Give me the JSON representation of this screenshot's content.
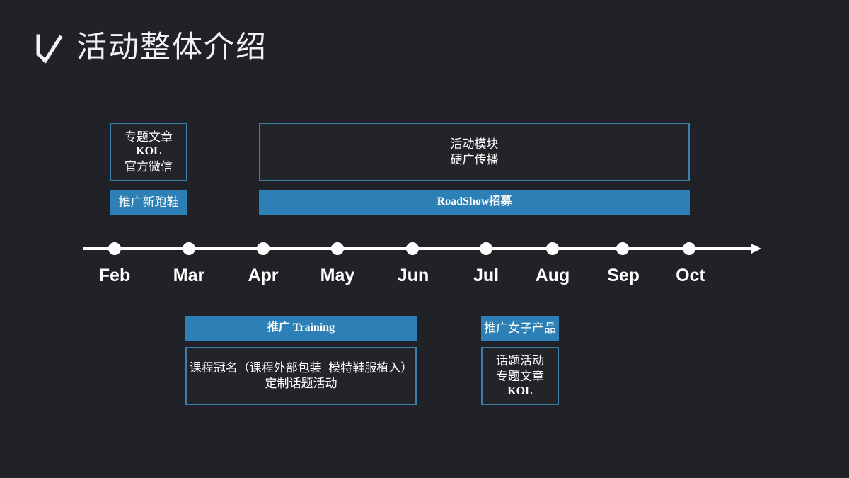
{
  "slide": {
    "title": "活动整体介绍",
    "logo_icon": "k-logo-icon",
    "background_color": "#212227",
    "accent_color": "#2d80b6",
    "border_color": "#3a7fae",
    "text_color": "#ffffff"
  },
  "timeline": {
    "months": [
      "Feb",
      "Mar",
      "Apr",
      "May",
      "Jun",
      "Jul",
      "Aug",
      "Sep",
      "Oct"
    ],
    "axis_color": "#ffffff",
    "marker_color": "#ffffff",
    "has_arrow_head": true
  },
  "above_timeline": {
    "left_outlined": {
      "lines": [
        "专题文章",
        "KOL",
        "官方微信"
      ],
      "style": "outlined"
    },
    "left_filled": {
      "lines": [
        "推广新跑鞋"
      ],
      "style": "filled"
    },
    "right_outlined": {
      "lines": [
        "活动模块",
        "硬广传播"
      ],
      "style": "outlined"
    },
    "right_filled": {
      "lines": [
        "RoadShow招募"
      ],
      "style": "filled"
    }
  },
  "below_timeline": {
    "left_filled": {
      "lines": [
        "推广 Training"
      ],
      "style": "filled"
    },
    "left_outlined": {
      "lines": [
        "课程冠名（课程外部包装+模特鞋服植入）",
        "定制话题活动"
      ],
      "style": "outlined"
    },
    "right_filled": {
      "lines": [
        "推广女子产品"
      ],
      "style": "filled"
    },
    "right_outlined": {
      "lines": [
        "话题活动",
        "专题文章",
        "KOL"
      ],
      "style": "outlined"
    }
  }
}
